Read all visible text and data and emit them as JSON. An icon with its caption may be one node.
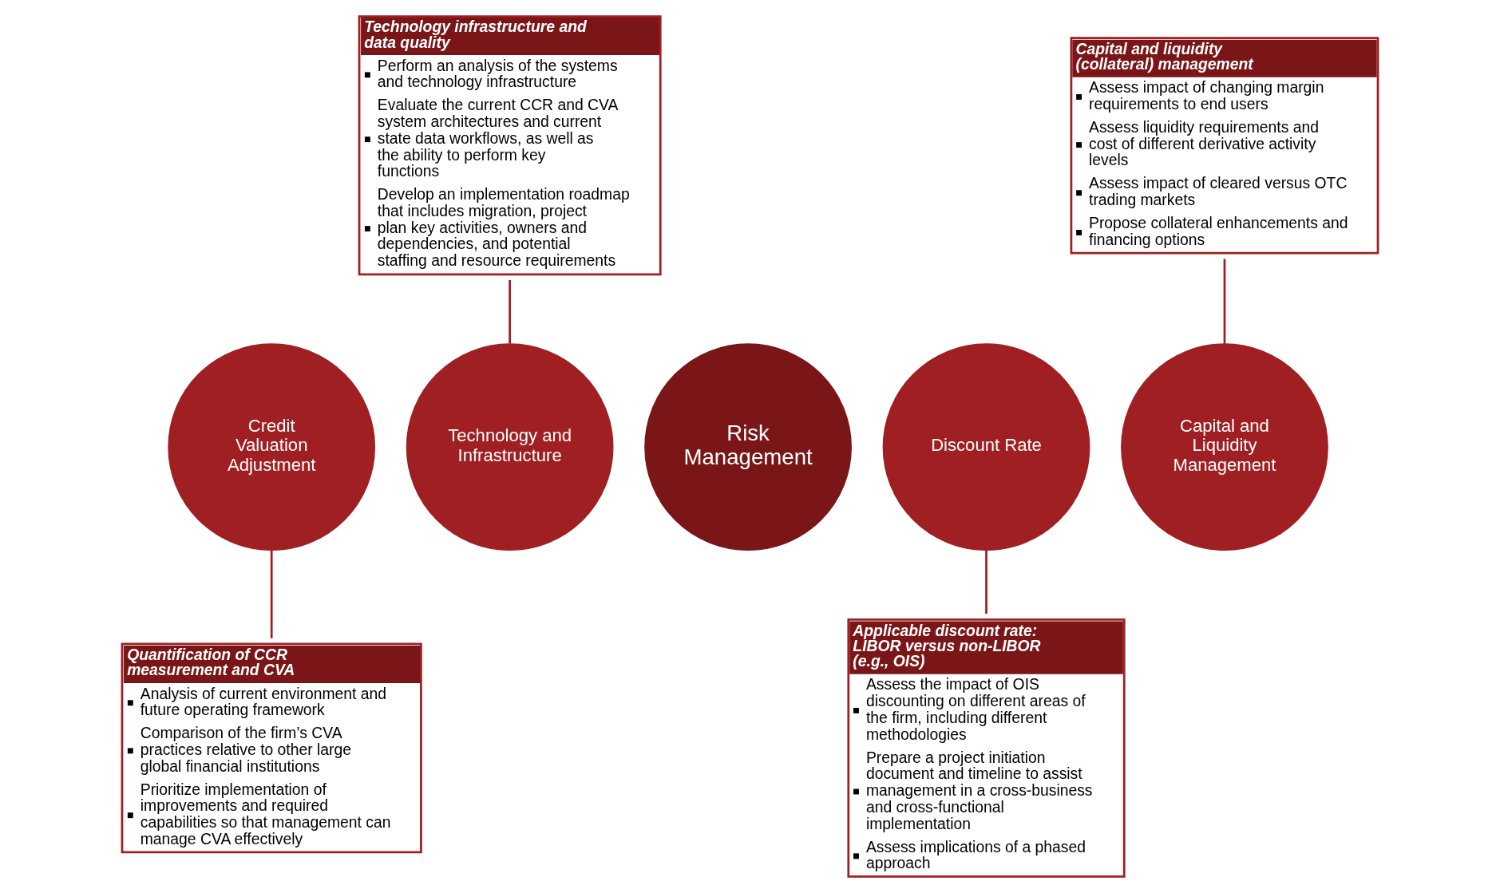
{
  "diagram": {
    "nodes": [
      {
        "text": [
          "Quantification of CCR measurement and CVA",
          "Analysis of current environment and future operating framework",
          "Comparison of the firm’s CVA practices relative to other large global financial institutions",
          "Prioritize implementation of improvements and required capabilities so that management can manage CVA effectively"
        ]
      },
      {
        "text": [
          "Credit Valuation Adjustment"
        ]
      },
      {
        "text": [
          "Technology infrastructure and data quality",
          "Perform an analysis of the systems and technology infrastructure",
          "Evaluate the current CCR and CVA system architectures and current state data workflows, as well as the ability to perform key functions",
          "Develop an implementation roadmap that includes migration, project plan key activities, owners and dependencies, and potential staffing and resource requirements"
        ]
      },
      {
        "text": [
          "Technology and Infrastructure"
        ]
      },
      {
        "text": [
          "Risk Management"
        ]
      },
      {
        "text": [
          "Discount Rate"
        ]
      },
      {
        "text": [
          "Applicable discount rate: LIBOR versus non-LIBOR (e.g., OIS)",
          "Assess the impact of OIS discounting on different areas of the firm, including different methodologies",
          "Prepare a project initiation document and timeline to assist management in a cross-business and cross-functional implementation",
          "Assess implications of a phased approach"
        ]
      },
      {
        "text": [
          "Capital and liquidity (collateral) management",
          "Assess impact of changing margin requirements to end users",
          "Assess liquidity requirements and cost of different derivative activity levels",
          "Assess impact of cleared versus OTC trading markets",
          "Propose collateral enhancements and financing options"
        ]
      },
      {
        "text": [
          "Capital and Liquidity Management"
        ]
      }
    ],
    "edges": [
      {
        "from": 1,
        "to": 0,
        "arrow": "none"
      },
      {
        "from": 2,
        "to": 3,
        "arrow": "none"
      },
      {
        "from": 5,
        "to": 6,
        "arrow": "none"
      },
      {
        "from": 7,
        "to": 8,
        "arrow": "none"
      }
    ]
  }
}
